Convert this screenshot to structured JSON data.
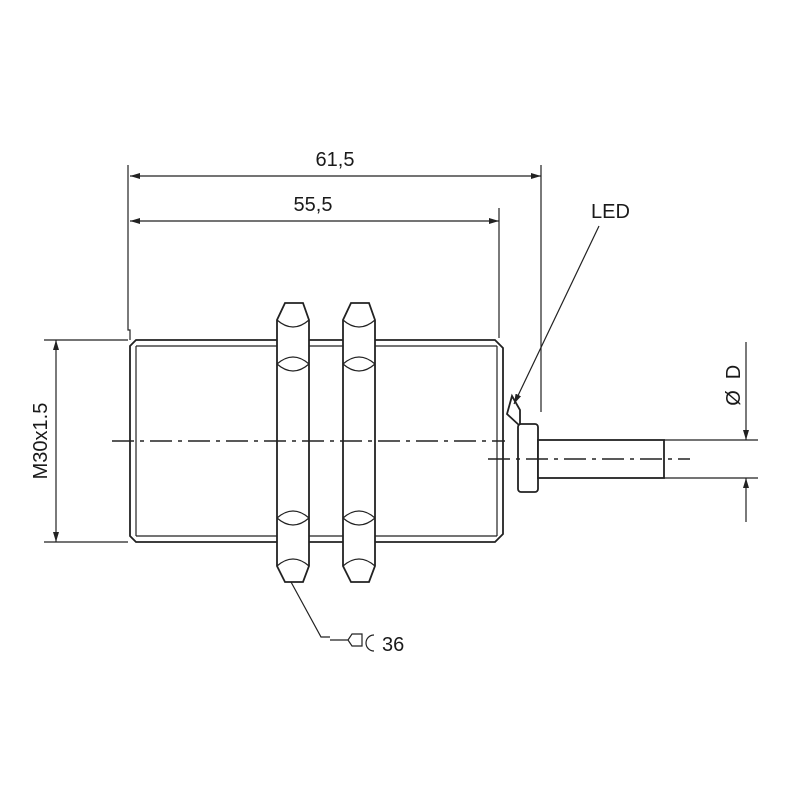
{
  "dimensions": {
    "overall_length": "61,5",
    "body_length": "55,5",
    "thread": "M30x1.5",
    "cable_diameter": "D",
    "wrench_size": "36"
  },
  "labels": {
    "led": "LED",
    "diameter_symbol": "Ø"
  }
}
